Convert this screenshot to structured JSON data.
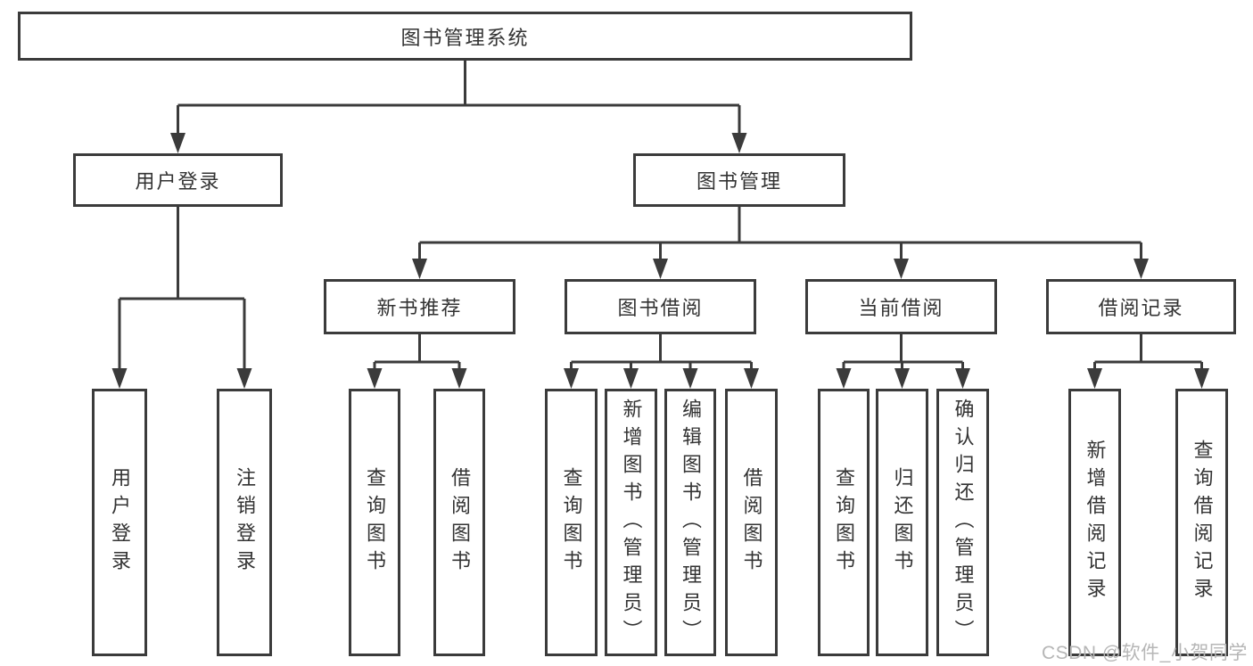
{
  "diagram": {
    "colors": {
      "line": "#3b3b3b",
      "text": "#333333",
      "box_background": "#ffffff",
      "watermark": "#b6b6b6"
    },
    "tree": {
      "label": "图书管理系统",
      "children": [
        {
          "label": "用户登录",
          "children": [
            {
              "label": "用户登录"
            },
            {
              "label": "注销登录"
            }
          ]
        },
        {
          "label": "图书管理",
          "children": [
            {
              "label": "新书推荐",
              "children": [
                {
                  "label": "查询图书"
                },
                {
                  "label": "借阅图书"
                }
              ]
            },
            {
              "label": "图书借阅",
              "children": [
                {
                  "label": "查询图书"
                },
                {
                  "label": "新增图书（管理员）"
                },
                {
                  "label": "编辑图书（管理员）"
                },
                {
                  "label": "借阅图书"
                }
              ]
            },
            {
              "label": "当前借阅",
              "children": [
                {
                  "label": "查询图书"
                },
                {
                  "label": "归还图书"
                },
                {
                  "label": "确认归还（管理员）"
                }
              ]
            },
            {
              "label": "借阅记录",
              "children": [
                {
                  "label": "新增借阅记录"
                },
                {
                  "label": "查询借阅记录"
                }
              ]
            }
          ]
        }
      ]
    },
    "watermark": {
      "text": "CSDN @软件_小贺同学"
    }
  }
}
